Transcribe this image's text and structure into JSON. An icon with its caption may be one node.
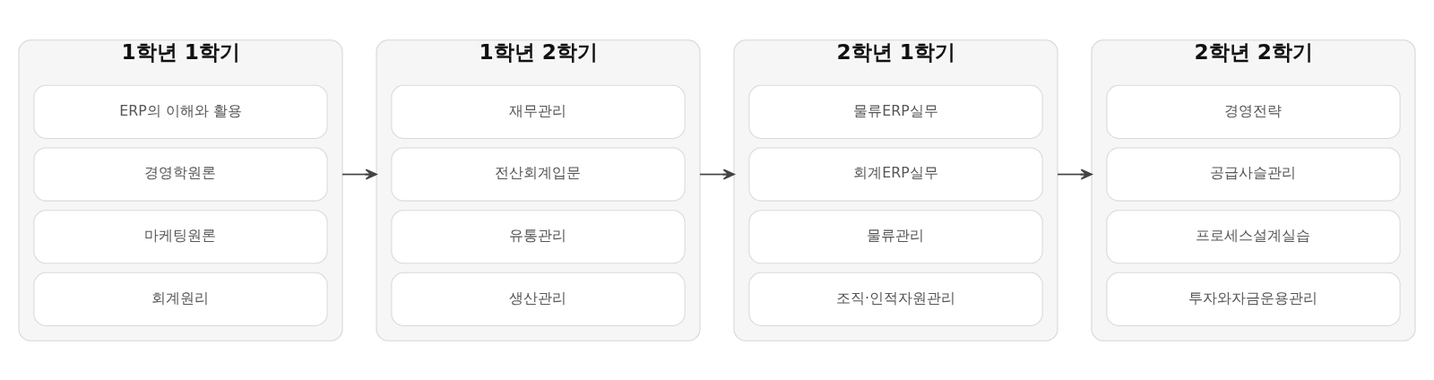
{
  "diagram": {
    "nodes": [
      {
        "text": [
          "1학년 1학기"
        ]
      },
      {
        "text": [
          "ERP의 이해와 활용"
        ],
        "in": 0
      },
      {
        "text": [
          "경영학원론"
        ],
        "in": 0
      },
      {
        "text": [
          "마케팅원론"
        ],
        "in": 0
      },
      {
        "text": [
          "회계원리"
        ],
        "in": 0
      },
      {
        "text": [
          "1학년 2학기"
        ]
      },
      {
        "text": [
          "재무관리"
        ],
        "in": 5
      },
      {
        "text": [
          "전산회계입문"
        ],
        "in": 5
      },
      {
        "text": [
          "유통관리"
        ],
        "in": 5
      },
      {
        "text": [
          "생산관리"
        ],
        "in": 5
      },
      {
        "text": [
          "2학년 1학기"
        ]
      },
      {
        "text": [
          "물류ERP실무"
        ],
        "in": 10
      },
      {
        "text": [
          "회계ERP실무"
        ],
        "in": 10
      },
      {
        "text": [
          "물류관리"
        ],
        "in": 10
      },
      {
        "text": [
          "조직·인적자원관리"
        ],
        "in": 10
      },
      {
        "text": [
          "2학년 2학기"
        ]
      },
      {
        "text": [
          "경영전략"
        ],
        "in": 15
      },
      {
        "text": [
          "공급사슬관리"
        ],
        "in": 15
      },
      {
        "text": [
          "프로세스설계실습"
        ],
        "in": 15
      },
      {
        "text": [
          "투자와자금운용관리"
        ],
        "in": 15
      }
    ],
    "edges": [
      {
        "from": 0,
        "to": 5,
        "arrow": "to"
      },
      {
        "from": 5,
        "to": 10,
        "arrow": "to"
      },
      {
        "from": 10,
        "to": 15,
        "arrow": "to"
      }
    ]
  }
}
